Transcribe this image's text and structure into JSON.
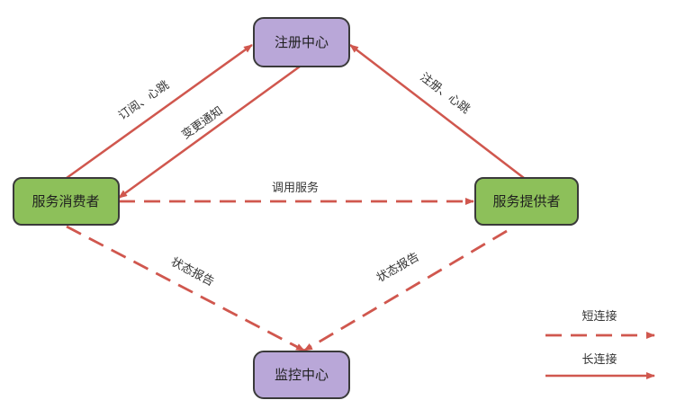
{
  "colors": {
    "edge": "#d0574e",
    "registry_fill": "#b9a7d8",
    "registry_stroke": "#3a3a3a",
    "service_fill": "#8dc05a",
    "service_stroke": "#3a3a3a",
    "text": "#1f1f1f"
  },
  "nodes": {
    "registry": "注册中心",
    "consumer": "服务消费者",
    "provider": "服务提供者",
    "monitor": "监控中心"
  },
  "edges": {
    "subscribe_heartbeat": "订阅、心跳",
    "change_notify": "变更通知",
    "register_heartbeat": "注册、心跳",
    "invoke_service": "调用服务",
    "status_report_consumer": "状态报告",
    "status_report_provider": "状态报告"
  },
  "legend": {
    "short_connection": "短连接",
    "long_connection": "长连接"
  }
}
